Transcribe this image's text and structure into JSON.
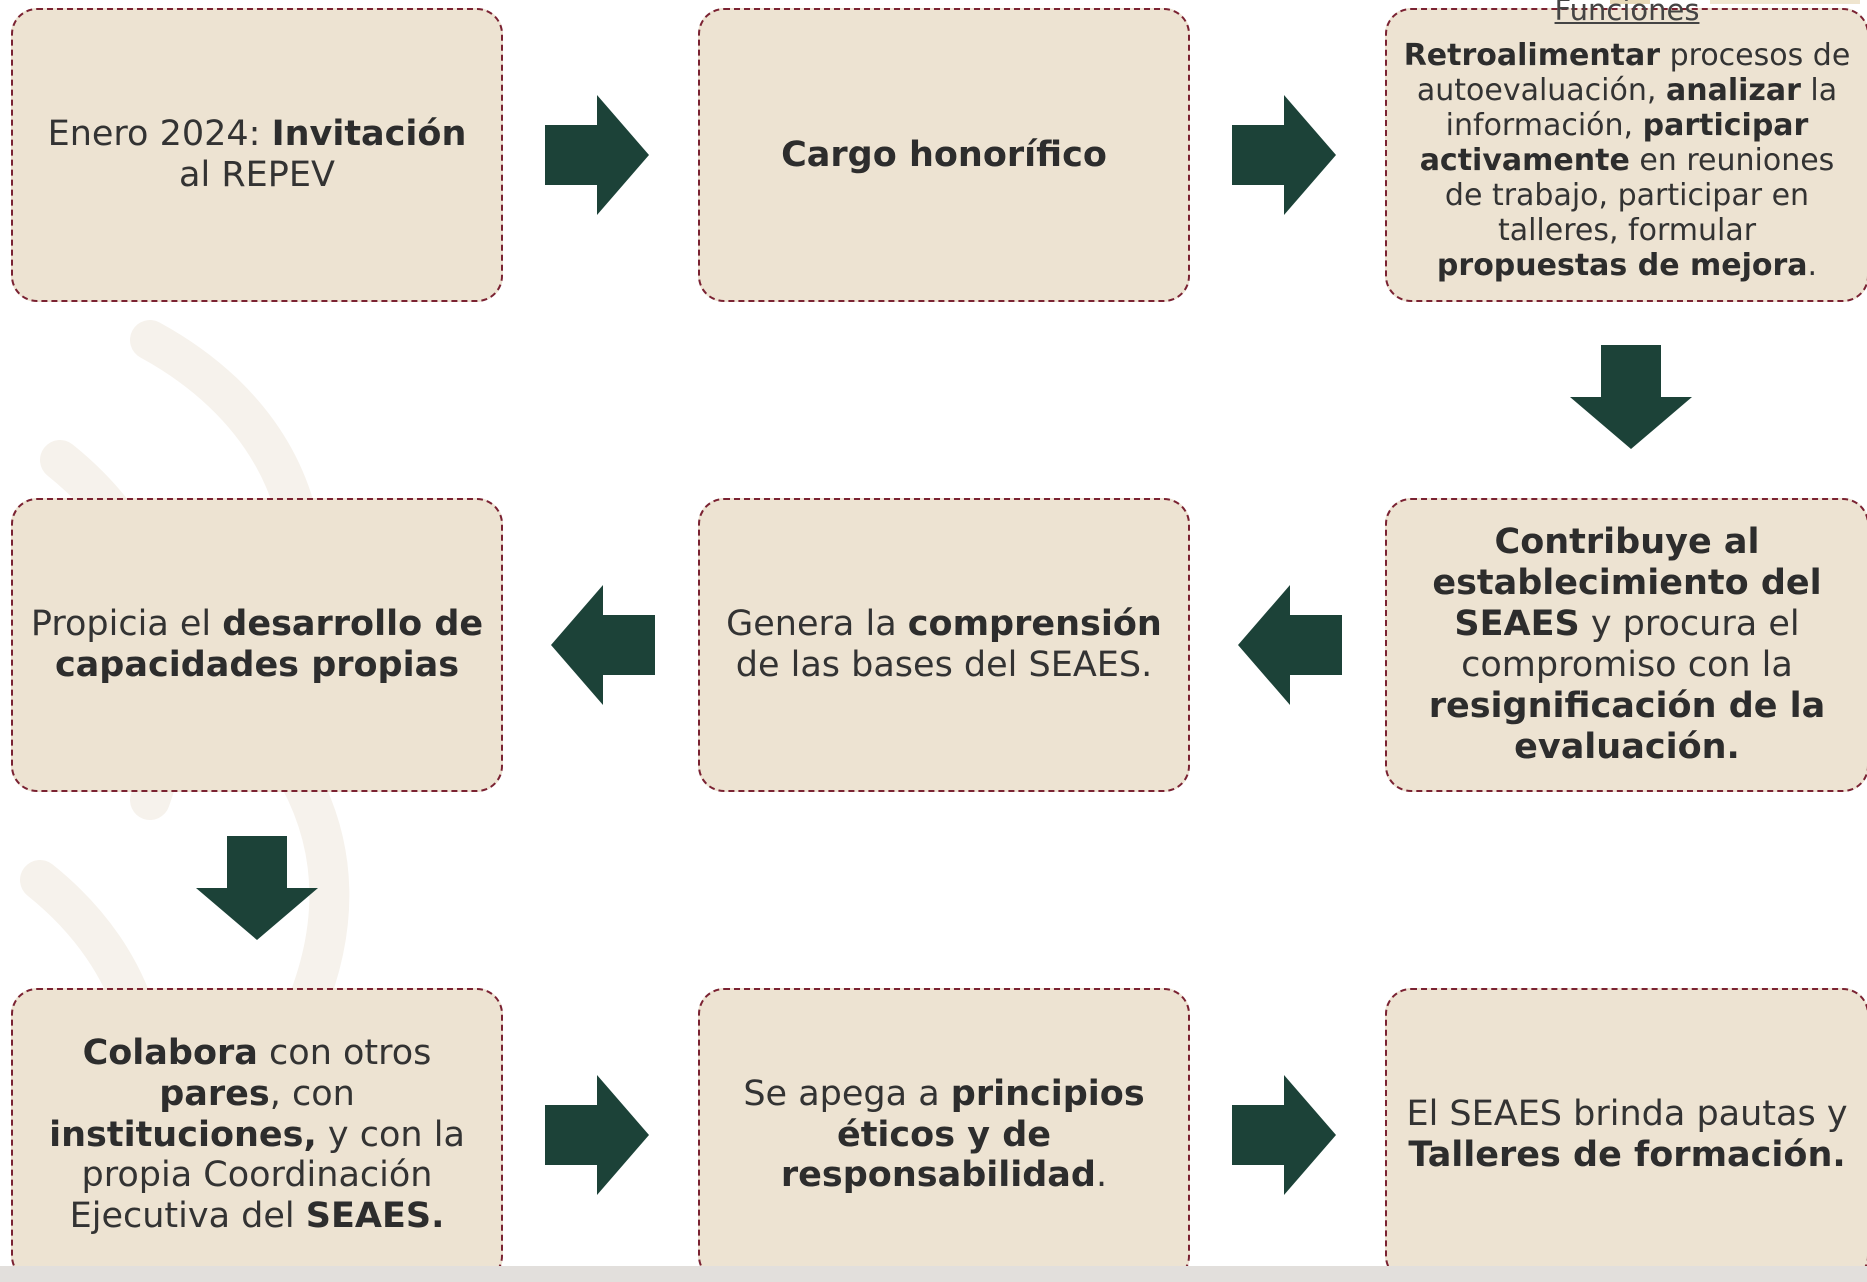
{
  "colors": {
    "box_fill": "#ede3d2",
    "box_border": "#7a2232",
    "arrow": "#1c4238",
    "text": "#333333"
  },
  "boxes": {
    "invitation": {
      "pre": "Enero 2024: ",
      "bold": "Invitación",
      "post": " al REPEV"
    },
    "cargo": {
      "bold": "Cargo honorífico"
    },
    "funciones": {
      "heading": "Funciones",
      "b1": "Retroalimentar",
      "t1": " procesos de autoevaluación, ",
      "b2": "analizar",
      "t2": " la información, ",
      "b3": "participar activamente",
      "t3": " en reuniones de trabajo, participar en talleres, formular ",
      "b4": "propuestas de mejora",
      "t4": "."
    },
    "contribuye": {
      "b1": "Contribuye al establecimiento del SEAES",
      "t1": " y procura el compromiso con la ",
      "b2": "resignificación de la evaluación."
    },
    "genera": {
      "t1": "Genera la ",
      "b1": "comprensión",
      "t2": " de las bases del SEAES."
    },
    "propicia": {
      "t1": "Propicia el ",
      "b1": "desarrollo de capacidades propias"
    },
    "colabora": {
      "b1": "Colabora",
      "t1": " con otros ",
      "b2": "pares",
      "t2": ", con ",
      "b3": "instituciones,",
      "t3": " y con la propia Coordinación Ejecutiva del ",
      "b4": "SEAES."
    },
    "apega": {
      "t1": "Se apega a ",
      "b1": "principios éticos y de responsabilidad",
      "t2": "."
    },
    "brinda": {
      "t1": "El SEAES brinda pautas y ",
      "b1": "Talleres de formación."
    }
  },
  "arrows": [
    "arrow-right",
    "arrow-right",
    "arrow-down",
    "arrow-left",
    "arrow-left",
    "arrow-down",
    "arrow-right",
    "arrow-right"
  ]
}
